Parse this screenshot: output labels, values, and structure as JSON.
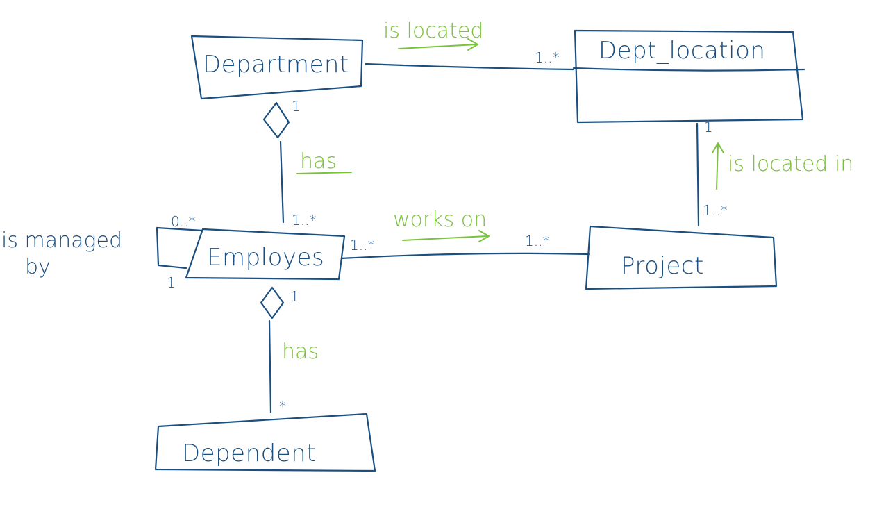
{
  "diagram": {
    "colors": {
      "ink": "#1b4f80",
      "annotation": "#79c23a",
      "background": "#ffffff"
    },
    "classes": {
      "department": "Department",
      "dept_location": "Dept_location",
      "employee": "Employes",
      "project": "Project",
      "dependent": "Dependent"
    },
    "associations": {
      "dept_location": {
        "label": "is located",
        "mult_dept_location": "1..*"
      },
      "dept_employee": {
        "label": "has",
        "mult_department": "1",
        "mult_employee": "1..*"
      },
      "employee_project": {
        "label": "works on",
        "mult_employee": "1..*",
        "mult_project": "1..*"
      },
      "project_location": {
        "label": "is located in",
        "mult_location": "1",
        "mult_project": "1..*"
      },
      "employee_dependent": {
        "label": "has",
        "mult_employee": "1",
        "mult_dependent": "*"
      },
      "self_managed": {
        "label_line1": "is managed",
        "label_line2": "by",
        "mult_many": "0..*",
        "mult_one": "1"
      }
    }
  }
}
